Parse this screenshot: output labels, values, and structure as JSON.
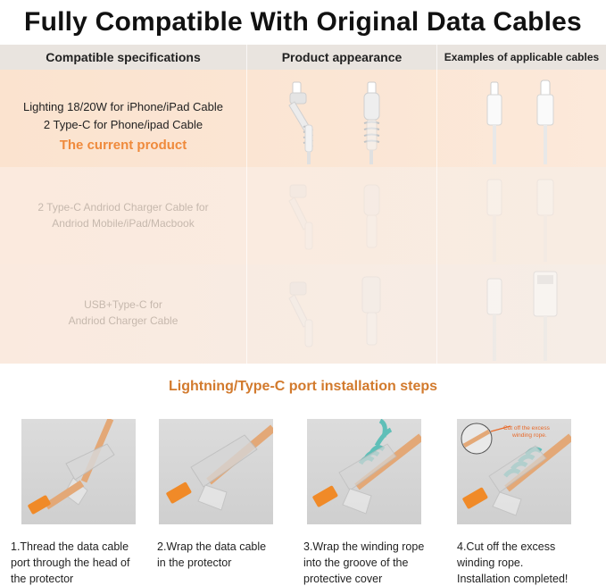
{
  "title": "Fully Compatible With Original Data Cables",
  "table": {
    "headers": [
      "Compatible specifications",
      "Product appearance",
      "Examples of applicable cables"
    ],
    "rows": [
      {
        "spec_lines": [
          "Lighting 18/20W for iPhone/iPad Cable",
          "2 Type-C for Phone/ipad Cable"
        ],
        "highlight": "The current product"
      },
      {
        "spec_lines": [
          "2 Type-C Andriod Charger Cable for",
          "Andriod Mobile/iPad/Macbook"
        ]
      },
      {
        "spec_lines": [
          "USB+Type-C for",
          "Andriod Charger Cable"
        ]
      }
    ]
  },
  "steps_title": "Lightning/Type-C port installation steps",
  "steps": [
    {
      "lines": [
        "1.Thread the data cable",
        "port through the head of",
        "the protector"
      ]
    },
    {
      "lines": [
        "2.Wrap the data cable",
        "in the protector"
      ]
    },
    {
      "lines": [
        "3.Wrap the winding rope",
        "into the groove of the",
        "protective cover"
      ]
    },
    {
      "lines": [
        "4.Cut off the excess",
        "winding rope.",
        "Installation completed!"
      ]
    }
  ],
  "step4_callout": [
    "Cut off the excess",
    "winding rope."
  ],
  "colors": {
    "accent": "#ef8a3c",
    "section_title": "#d27a2d",
    "header_bg": "#e9e4df"
  }
}
